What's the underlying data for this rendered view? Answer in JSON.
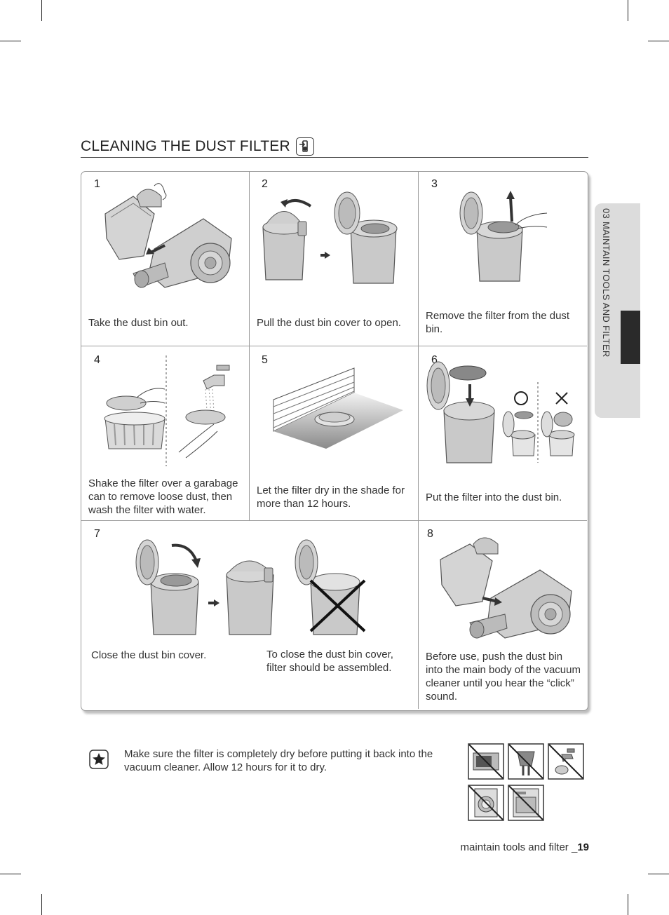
{
  "section_tab": "03  MAINTAIN TOOLS AND FILTER",
  "title": "CLEANING THE DUST FILTER",
  "steps": [
    {
      "num": "1",
      "caption": "Take the dust bin out."
    },
    {
      "num": "2",
      "caption": "Pull the dust bin cover to open."
    },
    {
      "num": "3",
      "caption": "Remove the filter from the dust bin."
    },
    {
      "num": "4",
      "caption": "Shake the filter over a garabage can to remove loose dust, then wash the filter with water."
    },
    {
      "num": "5",
      "caption": "Let the filter dry in the shade for more than 12 hours."
    },
    {
      "num": "6",
      "caption": "Put the filter into the dust bin."
    },
    {
      "num": "7",
      "caption": "Close the dust bin cover.",
      "caption2": "To close the dust bin cover, filter should be assembled."
    },
    {
      "num": "8",
      "caption": "Before use, push the dust bin into the main body of the vacuum cleaner until you hear the “click” sound."
    }
  ],
  "note": "Make sure the filter is completely dry before putting it back into the vacuum cleaner. Allow 12 hours for it to dry.",
  "footer": {
    "text": "maintain tools and filter _",
    "page": "19"
  },
  "icons": [
    "filter-badge-icon",
    "star-note-icon",
    "no-microwave-icon",
    "no-hairdryer-icon",
    "no-faucet-icon",
    "no-washing-machine-icon",
    "no-dishwasher-icon"
  ]
}
